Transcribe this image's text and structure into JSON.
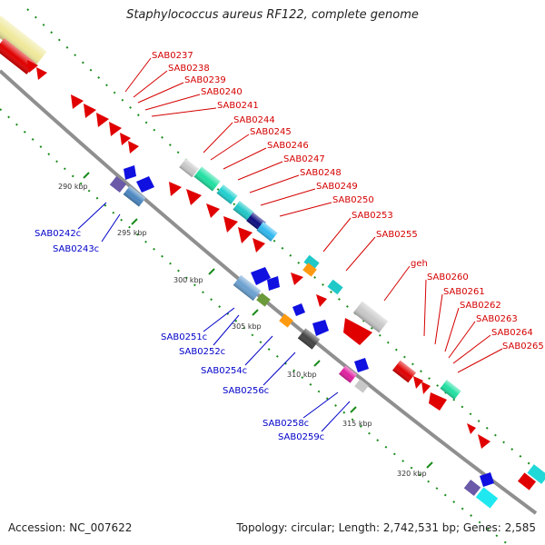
{
  "title": "Staphylococcus aureus RF122, complete genome",
  "accession": "Accession: NC_007622",
  "topology": "Topology: circular; Length: 2,742,531 bp; Genes: 2,585",
  "colors": {
    "forward_label": "#d40000",
    "reverse_label": "#0000c8",
    "backbone": "#999999",
    "tick": "#1a8c1a"
  },
  "kbp_markers": [
    "290 kbp",
    "295 kbp",
    "300 kbp",
    "305 kbp",
    "310 kbp",
    "315 kbp",
    "320 kbp"
  ],
  "forward_labels": [
    "SAB0237",
    "SAB0238",
    "SAB0239",
    "SAB0240",
    "SAB0241",
    "SAB0244",
    "SAB0245",
    "SAB0246",
    "SAB0247",
    "SAB0248",
    "SAB0249",
    "SAB0250",
    "SAB0253",
    "SAB0255",
    "geh",
    "SAB0260",
    "SAB0261",
    "SAB0262",
    "SAB0263",
    "SAB0264",
    "SAB0265"
  ],
  "reverse_labels": [
    "SAB0242c",
    "SAB0243c",
    "SAB0251c",
    "SAB0252c",
    "SAB0254c",
    "SAB0256c",
    "SAB0258c",
    "SAB0259c"
  ]
}
